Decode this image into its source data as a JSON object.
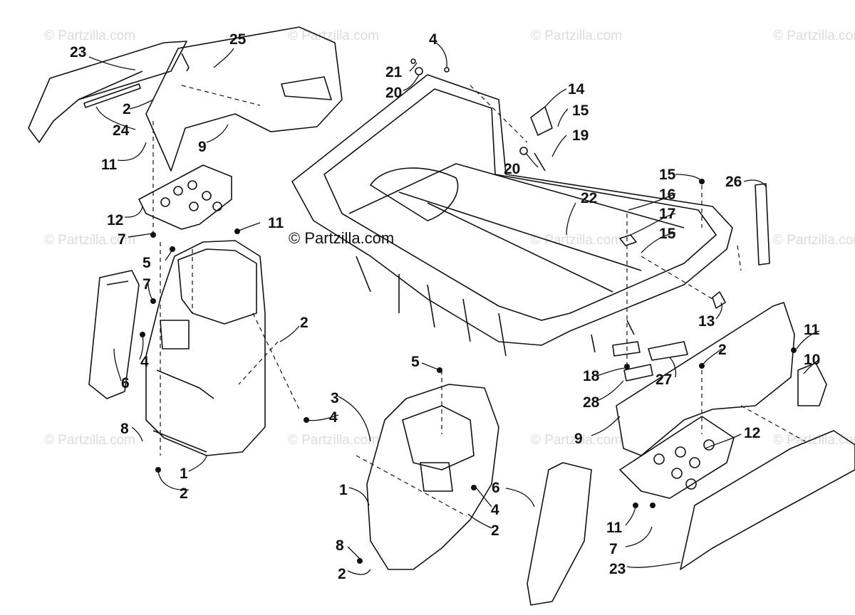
{
  "watermark_text": "© Partzilla.com",
  "center_watermark_text": "© Partzilla.com",
  "callouts": [
    "23",
    "25",
    "4",
    "2",
    "24",
    "9",
    "11",
    "21",
    "20",
    "14",
    "15",
    "19",
    "20",
    "12",
    "7",
    "11",
    "15",
    "16",
    "17",
    "15",
    "22",
    "26",
    "5",
    "7",
    "2",
    "4",
    "6",
    "13",
    "11",
    "10",
    "2",
    "5",
    "18",
    "27",
    "28",
    "3",
    "4",
    "8",
    "1",
    "2",
    "9",
    "12",
    "1",
    "6",
    "4",
    "2",
    "8",
    "2",
    "11",
    "7",
    "23"
  ]
}
